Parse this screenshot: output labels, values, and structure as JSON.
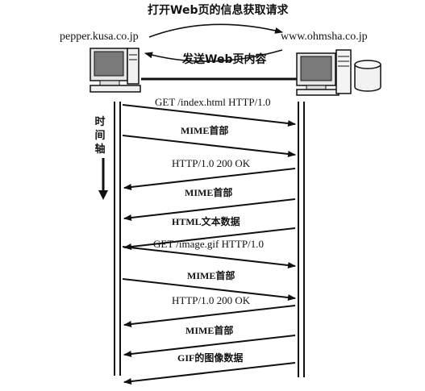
{
  "request_title": "打开Web页的信息获取请求",
  "response_title": "发送Web页内容",
  "client": {
    "name": "pepper.kusa.co.jp"
  },
  "server": {
    "name": "www.ohmsha.co.jp"
  },
  "time_axis_label": [
    "时",
    "间",
    "轴"
  ],
  "messages": [
    {
      "label": "GET /index.html HTTP/1.0",
      "direction": "right"
    },
    {
      "label": "MIME首部",
      "direction": "right"
    },
    {
      "label": "HTTP/1.0 200 OK",
      "direction": "left"
    },
    {
      "label": "MIME首部",
      "direction": "left"
    },
    {
      "label": "HTML文本数据",
      "direction": "left"
    },
    {
      "label": "GET /image.gif  HTTP/1.0",
      "direction": "right"
    },
    {
      "label": "MIME首部",
      "direction": "right"
    },
    {
      "label": "HTTP/1.0 200 OK",
      "direction": "left"
    },
    {
      "label": "MIME首部",
      "direction": "left"
    },
    {
      "label": "GIF的图像数据",
      "direction": "left"
    }
  ]
}
